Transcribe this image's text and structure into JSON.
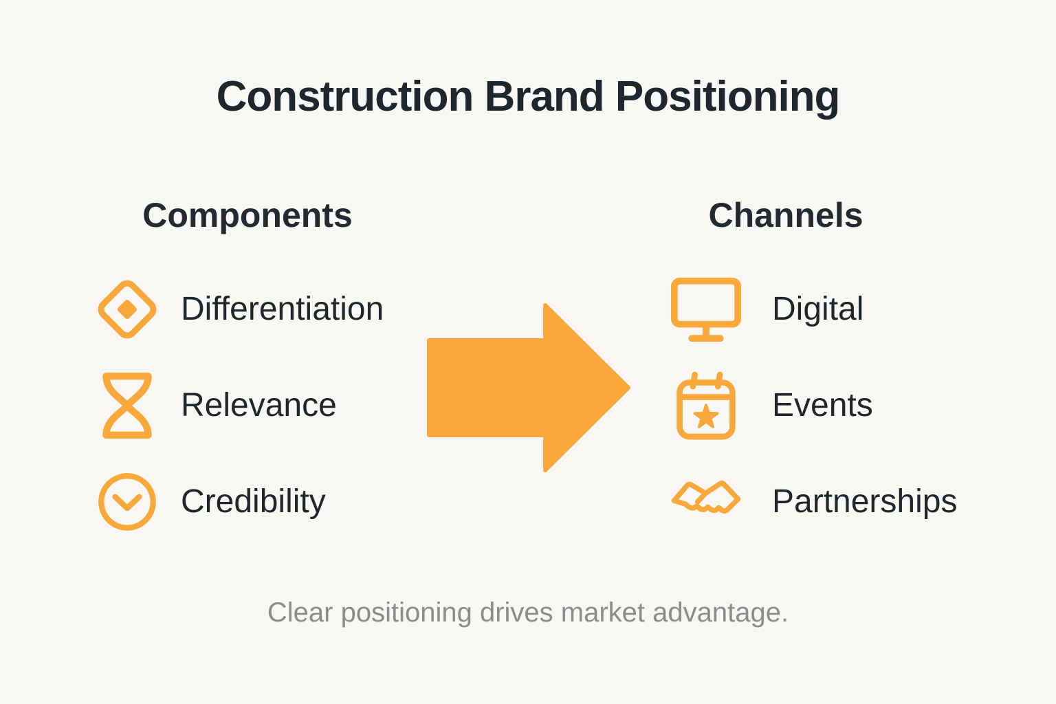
{
  "title": "Construction Brand Positioning",
  "footer": "Clear positioning drives market advantage.",
  "colors": {
    "accent_orange": "#F9A83C",
    "background": "#F8F7F3",
    "heading_text": "#20262E",
    "muted_text": "#8C8C8C"
  },
  "arrow": {
    "icon": "arrow-right-icon"
  },
  "left": {
    "header": "Components",
    "items": [
      {
        "icon": "diamond-icon",
        "label": "Differentiation"
      },
      {
        "icon": "hourglass-icon",
        "label": "Relevance"
      },
      {
        "icon": "check-circle-icon",
        "label": "Credibility"
      }
    ]
  },
  "right": {
    "header": "Channels",
    "items": [
      {
        "icon": "monitor-icon",
        "label": "Digital"
      },
      {
        "icon": "calendar-star-icon",
        "label": "Events"
      },
      {
        "icon": "handshake-icon",
        "label": "Partnerships"
      }
    ]
  }
}
